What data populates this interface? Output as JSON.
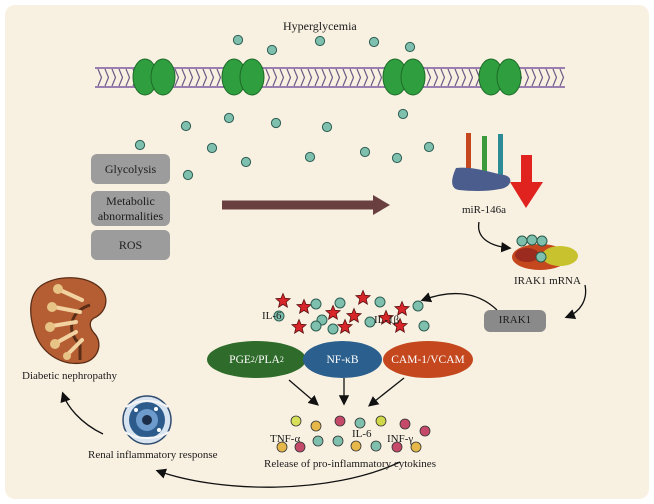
{
  "title": "Hyperglycemia",
  "metabolic_boxes": [
    "Glycolysis",
    "Metabolic abnormalities",
    "ROS"
  ],
  "mirna_label": "miR-146a",
  "mrna_label": "IRAK1 mRNA",
  "irak_box": "IRAK1",
  "cytokine_labels": {
    "il6": "IL-6",
    "il1b": "IL-1β"
  },
  "pathways": [
    {
      "label_main": "PGE",
      "sub1": "2",
      "label_sep": "/PLA",
      "sub2": "2",
      "color": "#2f6b2a"
    },
    {
      "label": "NF-κB",
      "color": "#2b5f8e"
    },
    {
      "label": "CAM-1/VCAM",
      "color": "#c4471e"
    }
  ],
  "released": {
    "tnf": "TNF-α",
    "il6": "IL-6",
    "infg": "INF-γ"
  },
  "release_caption": "Release of pro-inflammatory cytokines",
  "renal_response": "Renal inflammatory response",
  "nephropathy": "Diabetic nephropathy",
  "colors": {
    "background": "#f8f1e2",
    "glucose": "#7fbfae",
    "channel": "#2f9e3f",
    "arrow_red": "#e0231f",
    "arrow_brown": "#6a3f3f"
  }
}
